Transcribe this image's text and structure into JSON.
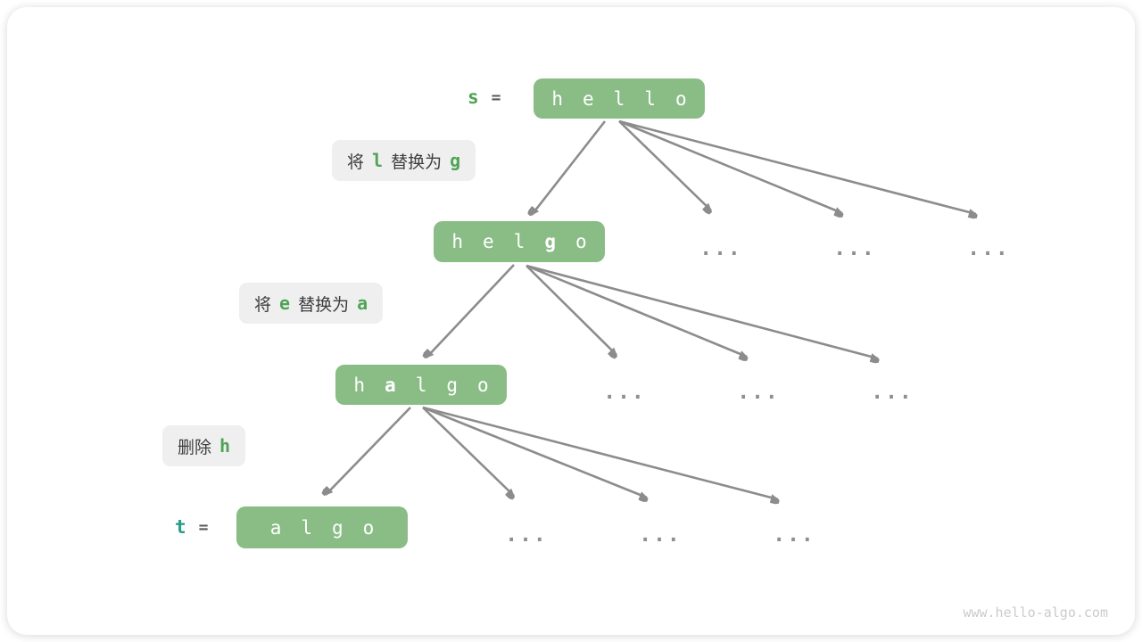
{
  "variables": [
    {
      "name": "s",
      "op": "="
    },
    {
      "name": "t",
      "op": "="
    }
  ],
  "strings": [
    {
      "pre": "hello",
      "bold": "",
      "post": ""
    },
    {
      "pre": "hel",
      "bold": "g",
      "post": "o"
    },
    {
      "pre": "h",
      "bold": "a",
      "post": "lgo"
    },
    {
      "pre": "algo",
      "bold": "",
      "post": ""
    }
  ],
  "operations": [
    {
      "prefix": "将",
      "code1": "l",
      "middle": "替换为",
      "code2": "g"
    },
    {
      "prefix": "将",
      "code1": "e",
      "middle": "替换为",
      "code2": "a"
    },
    {
      "prefix": "删除",
      "code1": "h",
      "middle": "",
      "code2": ""
    }
  ],
  "ellipsis": "...",
  "watermark": "www.hello-algo.com",
  "colors": {
    "box_green": "#89bd85",
    "code_green": "#4fa455",
    "var_t_teal": "#2a9d8f",
    "label_bg": "#efefef",
    "label_text": "#3e3e3e",
    "arrow_gray": "#8c8c8c",
    "ellipsis_gray": "#8f8f8f",
    "watermark_gray": "#cbcbcb"
  }
}
